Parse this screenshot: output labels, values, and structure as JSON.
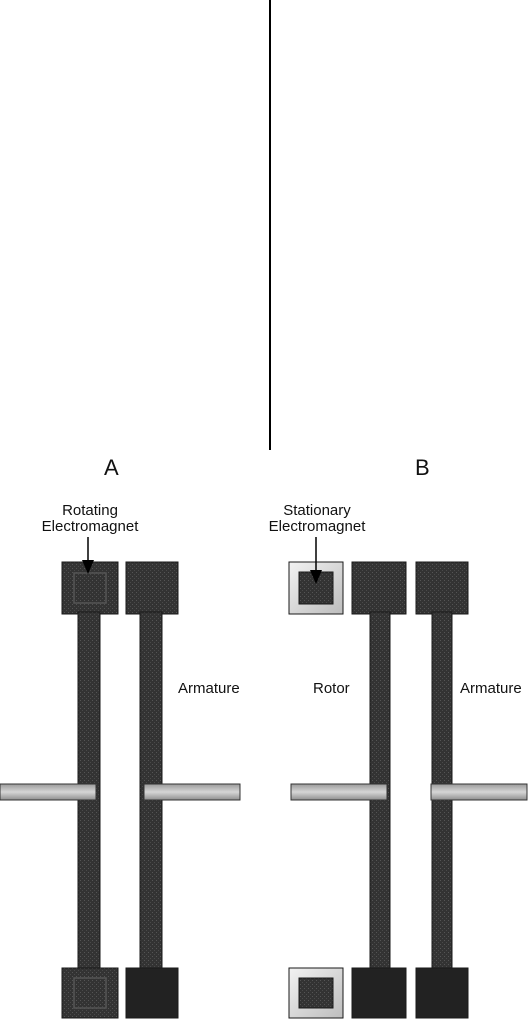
{
  "panels": {
    "a": {
      "letter": "A",
      "magnet_label_line1": "Rotating",
      "magnet_label_line2": "Electromagnet",
      "armature_label": "Armature"
    },
    "b": {
      "letter": "B",
      "magnet_label_line1": "Stationary",
      "magnet_label_line2": "Electromagnet",
      "rotor_label": "Rotor",
      "armature_label": "Armature"
    }
  },
  "colors": {
    "block_dark": "#2b2b2b",
    "block_hatch": "#3a3a3a",
    "bar_light": "#bdbdbd",
    "magnet_frame": "#d9d9d9",
    "line": "#000000"
  }
}
